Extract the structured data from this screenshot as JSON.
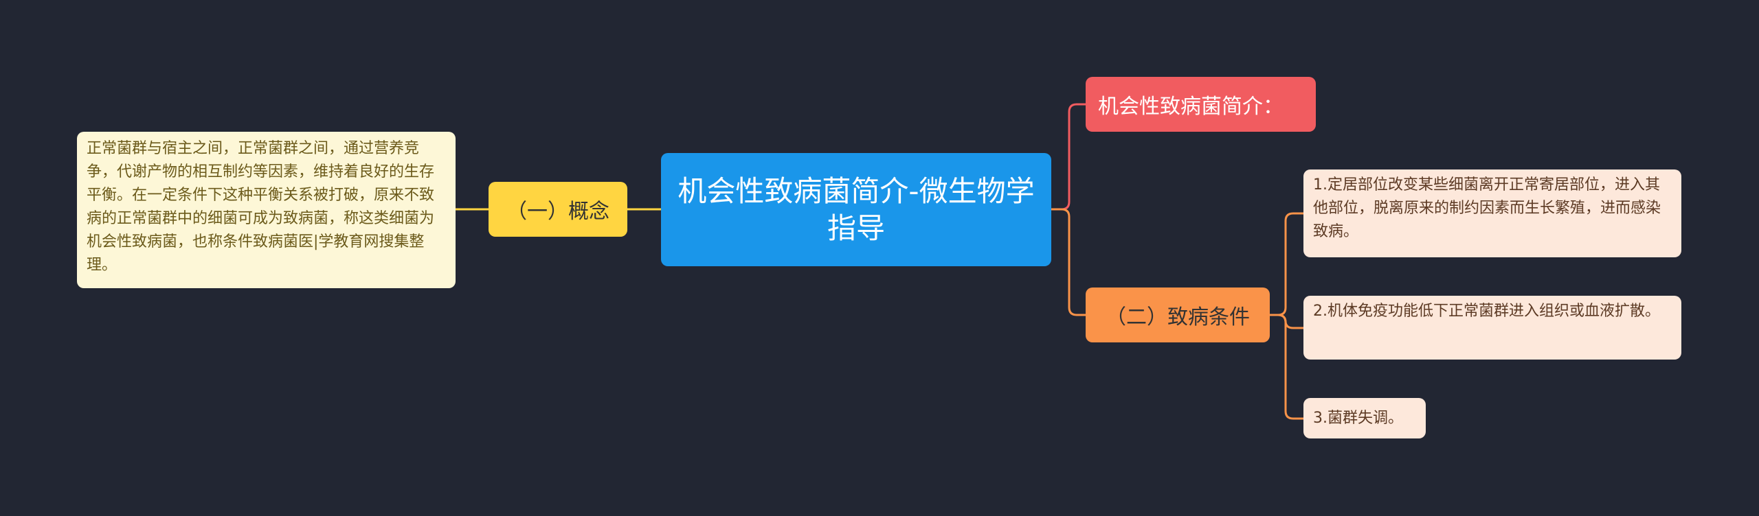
{
  "root": {
    "label": "机会性致病菌简介-微生物学指导"
  },
  "left": {
    "branch": {
      "label": "（一）概念"
    },
    "leaf": {
      "text": "正常菌群与宿主之间，正常菌群之间，通过营养竞争，代谢产物的相互制约等因素，维持着良好的生存平衡。在一定条件下这种平衡关系被打破，原来不致病的正常菌群中的细菌可成为致病菌，称这类细菌为机会性致病菌，也称条件致病菌医|学教育网搜集整理。"
    }
  },
  "right": {
    "intro": {
      "label": "机会性致病菌简介："
    },
    "conditions": {
      "label": "（二）致病条件",
      "items": [
        {
          "text": "1.定居部位改变某些细菌离开正常寄居部位，进入其他部位，脱离原来的制约因素而生长繁殖，进而感染致病。"
        },
        {
          "text": "2.机体免疫功能低下正常菌群进入组织或血液扩散。"
        },
        {
          "text": "3.菌群失调。"
        }
      ]
    }
  },
  "colors": {
    "background": "#222633",
    "root": "#1a96ea",
    "concept": "#ffd541",
    "concept_leaf": "#fdf7d7",
    "intro": "#f15c60",
    "conditions": "#fa9349",
    "conditions_leaf": "#fde8db"
  }
}
